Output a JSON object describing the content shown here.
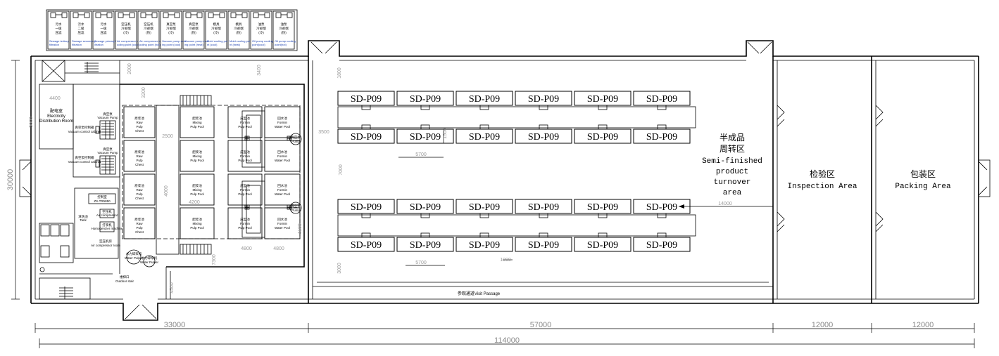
{
  "legend": {
    "items": [
      {
        "zh": "污水\n一级\n压滤",
        "en": "Sewage tertiary filtration"
      },
      {
        "zh": "污水\n二级\n压滤",
        "en": "Sewage secondary filtration"
      },
      {
        "zh": "污水\n一级\n压滤",
        "en": "Sewage primary filtration"
      },
      {
        "zh": "空压机\n冷却端\n(冷)",
        "en": "Air compressor cooling point (cool)"
      },
      {
        "zh": "空压机\n冷却端\n(热)",
        "en": "Air compressor cooling point (hot)"
      },
      {
        "zh": "真空泵\n冷却端\n(冷)",
        "en": "Vacuum pump cooling point (cool)"
      },
      {
        "zh": "真空泵\n冷却端\n(热)",
        "en": "Vacuum pump cooling point (heat)"
      },
      {
        "zh": "模具\n冷却端\n(冷)",
        "en": "Mold cooling point (cool)"
      },
      {
        "zh": "模具\n冷却端\n(热)",
        "en": "Mold cooling point (heat)"
      },
      {
        "zh": "油泵\n冷却端\n(冷)",
        "en": "Oil pump cooling point(cool)"
      },
      {
        "zh": "油泵\n冷却端\n(热)",
        "en": "Oil pump cooling point(hot)"
      }
    ]
  },
  "rooms": {
    "electricity": {
      "zh": "配电室",
      "en1": "Electricity",
      "en2": "Distribution Room"
    },
    "vacuum1": {
      "zh": "真空泵",
      "en": "Vacuum Pump"
    },
    "vacuum2": {
      "zh": "真空泵",
      "en": "Vacuum Pump"
    },
    "vacuum_ctrl1": {
      "zh": "真空泵控制箱",
      "en": "Vacuum control cabinet"
    },
    "vacuum_ctrl2": {
      "zh": "真空泵控制箱",
      "en": "Vacuum control cabinet"
    },
    "mold_tank": {
      "zh": "清洗池",
      "en": "Tank"
    },
    "air_comp": {
      "zh": "空压机",
      "en": "Air compressor"
    },
    "air_room": {
      "zh": "空压机房",
      "en": "Air compressor room"
    },
    "control": {
      "zh": "控制室",
      "en": "ZS-TR5850"
    },
    "homog": {
      "zh": "打浆机",
      "en": "Homogenizer machine"
    },
    "semi_finished": {
      "zh": "半成品",
      "zh2": "周转区",
      "en1": "Semi-finished",
      "en2": "product",
      "en3": "turnover",
      "en4": "area"
    },
    "inspection": {
      "zh": "检验区",
      "en": "Inspection Area"
    },
    "packing": {
      "zh": "包装区",
      "en": "Packing Area"
    },
    "visit": {
      "label": "参观通道Visit Passage"
    },
    "pulper1": {
      "zh": "水力碎浆机",
      "en": "Water Pulper"
    },
    "pulper2": {
      "zh": "水力碎浆机",
      "en": "Water Pulper"
    },
    "exit": {
      "zh": "楼梯口",
      "en": "Outdoor stair"
    }
  },
  "pools": {
    "raw": {
      "zh": "原浆池",
      "en1": "Raw",
      "en2": "Pulp",
      "en3": "Chest"
    },
    "mixing": {
      "zh": "配浆池",
      "en1": "Mixing",
      "en2": "Pulp Pool"
    },
    "forming": {
      "zh": "成型池",
      "en1": "Formin",
      "en2": "Pulp Pool"
    },
    "return": {
      "zh": "回水池",
      "en1": "Formin",
      "en2": "Water Pool"
    },
    "pump": {
      "zh": "真空泵",
      "en": "Pump"
    }
  },
  "machines": {
    "label": "SD-P09",
    "count_per_row": 6,
    "rows": 4
  },
  "dimensions": {
    "d33000": "33000",
    "d57000": "57000",
    "d12000a": "12000",
    "d12000b": "12000",
    "d114000": "114000",
    "d30000": "30000",
    "d4400": "4400",
    "d5600": "5600",
    "d3500": "3500",
    "d2500": "2500",
    "d5700a": "5700",
    "d5700b": "5700",
    "d7000": "7000",
    "d4000": "4000",
    "d4200": "4200",
    "d4800a": "4800",
    "d4800b": "4800",
    "d14000": "14000",
    "d2000": "2000",
    "d3200": "3200",
    "d3400": "3400",
    "d1800": "1800",
    "d3000": "3000",
    "d7300": "7300",
    "d4500": "4500",
    "d1500": "1500",
    "d4100": "4100",
    "d1000": "1000"
  }
}
